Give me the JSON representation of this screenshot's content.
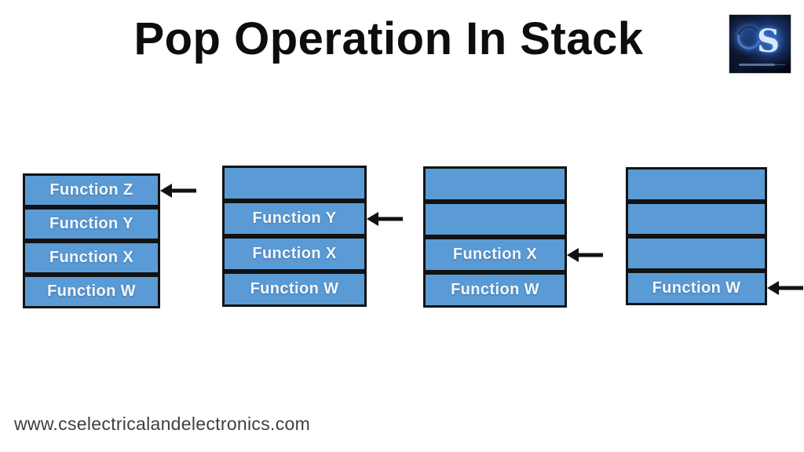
{
  "header": {
    "title": "Pop Operation In Stack"
  },
  "logo": {
    "letter": "S"
  },
  "diagram": {
    "stacks": [
      {
        "step": 1,
        "arrow_row": 0,
        "cells": [
          {
            "label": "Function Z"
          },
          {
            "label": "Function Y"
          },
          {
            "label": "Function X"
          },
          {
            "label": "Function W"
          }
        ]
      },
      {
        "step": 2,
        "arrow_row": 1,
        "cells": [
          {
            "label": ""
          },
          {
            "label": "Function Y"
          },
          {
            "label": "Function X"
          },
          {
            "label": "Function W"
          }
        ]
      },
      {
        "step": 3,
        "arrow_row": 2,
        "cells": [
          {
            "label": ""
          },
          {
            "label": ""
          },
          {
            "label": "Function X"
          },
          {
            "label": "Function W"
          }
        ]
      },
      {
        "step": 4,
        "arrow_row": 3,
        "cells": [
          {
            "label": ""
          },
          {
            "label": ""
          },
          {
            "label": ""
          },
          {
            "label": "Function W"
          }
        ]
      }
    ],
    "colors": {
      "cell_fill": "#5b9bd5",
      "cell_border": "#121212",
      "cell_text": "#f3f8fd",
      "arrow": "#121212"
    }
  },
  "footer": {
    "website": "www.cselectricalandelectronics.com"
  }
}
